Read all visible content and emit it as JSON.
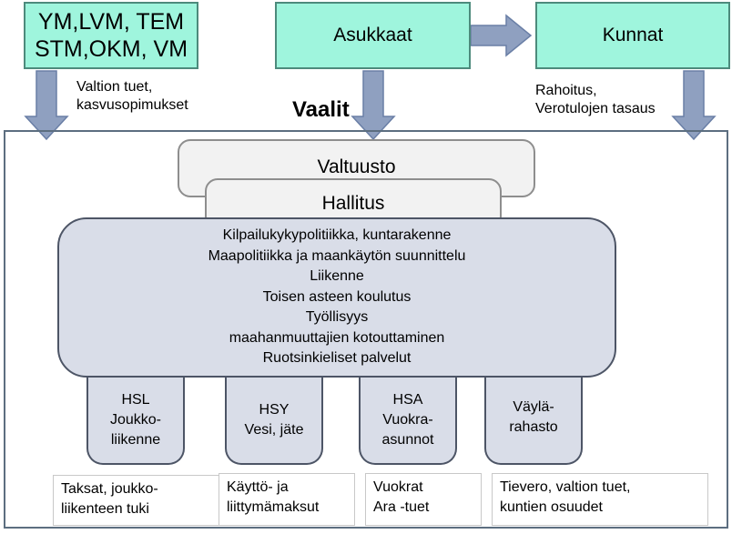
{
  "top": {
    "ministries": [
      "YM,LVM, TEM",
      "STM,OKM, VM"
    ],
    "residents": "Asukkaat",
    "municipalities": "Kunnat"
  },
  "labels": {
    "state_support": "Valtion tuet,\nkasvusopimukset",
    "elections": "Vaalit",
    "funding": "Rahoitus,\nVerotulojen tasaus"
  },
  "council": {
    "valtuusto": "Valtuusto",
    "hallitus": "Hallitus"
  },
  "responsibilities": [
    "Kilpailukykypolitiikka, kuntarakenne",
    "Maapolitiikka ja maankäytön suunnittelu",
    "Liikenne",
    "Toisen asteen koulutus",
    "Työllisyys",
    "maahanmuuttajien kotouttaminen",
    "Ruotsinkieliset palvelut"
  ],
  "organizations": [
    {
      "label": "HSL\nJoukko-\nliikenne"
    },
    {
      "label": "HSY\nVesi, jäte"
    },
    {
      "label": "HSA\nVuokra-\nasunnot"
    },
    {
      "label": "Väylä-\nrahasto"
    }
  ],
  "funding_sources": [
    "Taksat, joukko-\nliikenteen tuki",
    "Käyttö- ja\nliittymämaksut",
    "Vuokrat\nAra -tuet",
    "Tievero, valtion tuet,\nkuntien osuudet"
  ]
}
